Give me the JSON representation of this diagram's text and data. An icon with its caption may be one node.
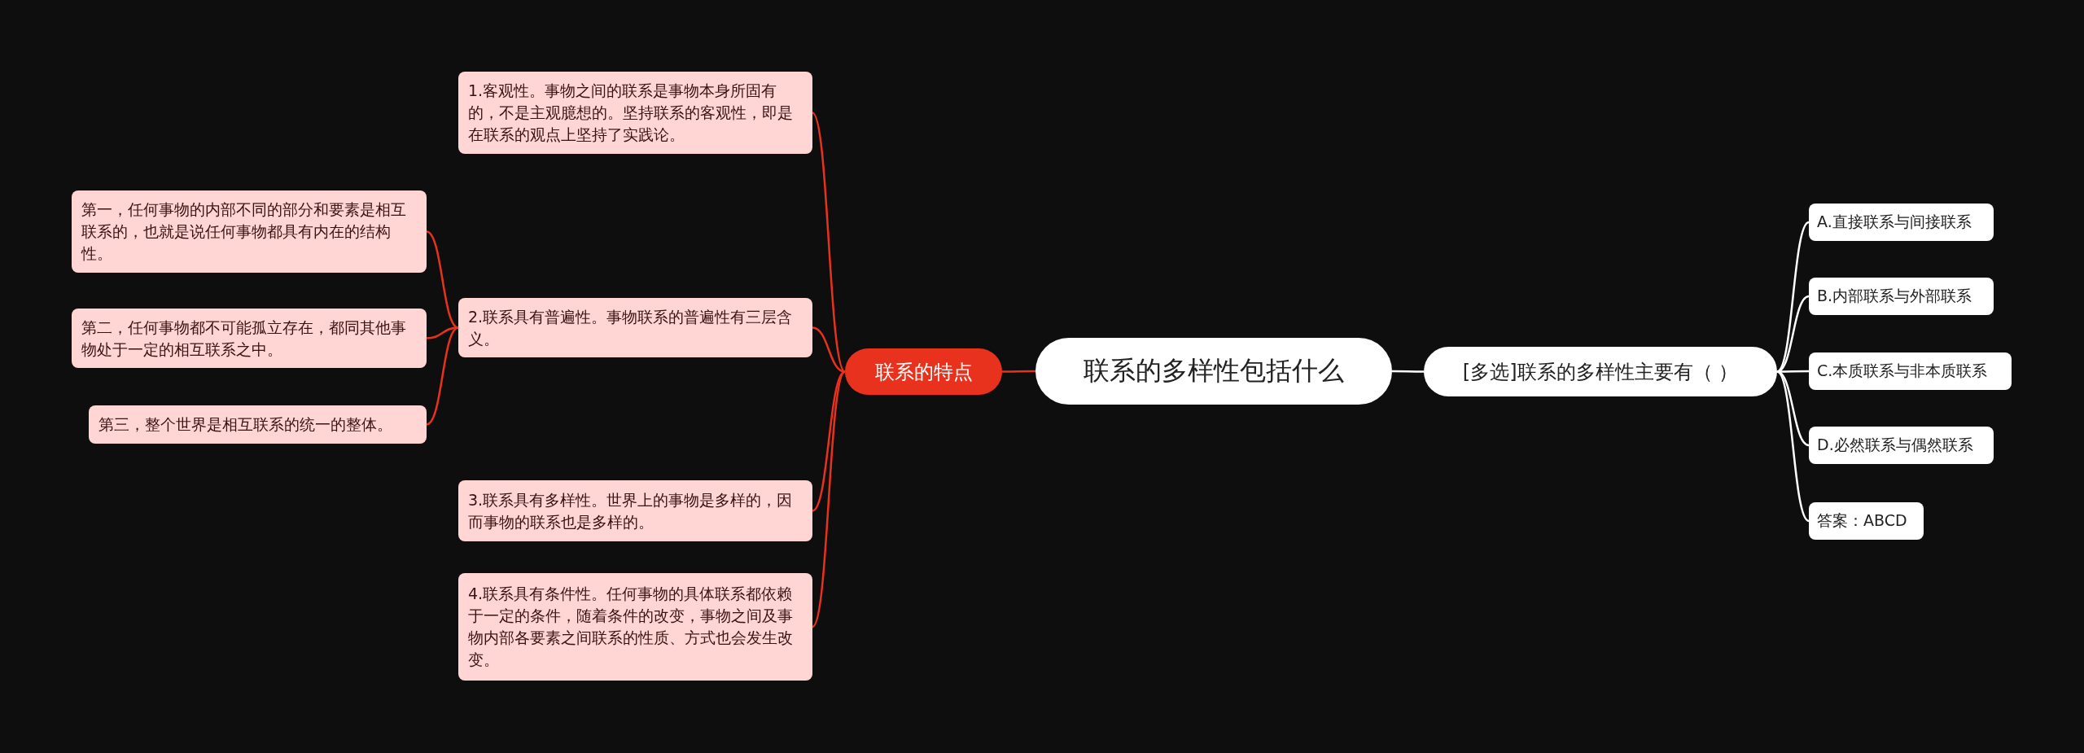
{
  "diagram": {
    "nodes": [
      {
        "text": [
          "联系的多样性包括什么"
        ]
      },
      {
        "text": [
          "联系的特点"
        ]
      },
      {
        "text": [
          "1.客观性。事物之间的联系是事物本身所固有的，不是主观臆想的。坚持联系的客观性，即是在联系的观点上坚持了实践论。"
        ]
      },
      {
        "text": [
          "2.联系具有普遍性。事物联系的普遍性有三层含义。"
        ]
      },
      {
        "text": [
          "3.联系具有多样性。世界上的事物是多样的，因而事物的联系也是多样的。"
        ]
      },
      {
        "text": [
          "4.联系具有条件性。任何事物的具体联系都依赖于一定的条件，随着条件的改变，事物之间及事物内部各要素之间联系的性质、方式也会发生改变。"
        ]
      },
      {
        "text": [
          "第一，任何事物的内部不同的部分和要素是相互联系的，也就是说任何事物都具有内在的结构性。"
        ]
      },
      {
        "text": [
          "第二，任何事物都不可能孤立存在，都同其他事物处于一定的相互联系之中。"
        ]
      },
      {
        "text": [
          "第三，整个世界是相互联系的统一的整体。"
        ]
      },
      {
        "text": [
          "[多选]联系的多样性主要有（ ）"
        ]
      },
      {
        "text": [
          "A.直接联系与间接联系"
        ]
      },
      {
        "text": [
          "B.内部联系与外部联系"
        ]
      },
      {
        "text": [
          "C.本质联系与非本质联系"
        ]
      },
      {
        "text": [
          "D.必然联系与偶然联系"
        ]
      },
      {
        "text": [
          "答案：ABCD"
        ]
      }
    ],
    "edges": [
      {
        "from": 0,
        "to": 1,
        "arrow": "none"
      },
      {
        "from": 1,
        "to": 2,
        "arrow": "none"
      },
      {
        "from": 1,
        "to": 3,
        "arrow": "none"
      },
      {
        "from": 1,
        "to": 4,
        "arrow": "none"
      },
      {
        "from": 1,
        "to": 5,
        "arrow": "none"
      },
      {
        "from": 3,
        "to": 6,
        "arrow": "none"
      },
      {
        "from": 3,
        "to": 7,
        "arrow": "none"
      },
      {
        "from": 3,
        "to": 8,
        "arrow": "none"
      },
      {
        "from": 0,
        "to": 9,
        "arrow": "none",
        "color": "#ffffff"
      },
      {
        "from": 9,
        "to": 10,
        "arrow": "none",
        "color": "#ffffff"
      },
      {
        "from": 9,
        "to": 11,
        "arrow": "none",
        "color": "#ffffff"
      },
      {
        "from": 9,
        "to": 12,
        "arrow": "none",
        "color": "#ffffff"
      },
      {
        "from": 9,
        "to": 13,
        "arrow": "none",
        "color": "#ffffff"
      },
      {
        "from": 9,
        "to": 14,
        "arrow": "none",
        "color": "#ffffff"
      }
    ]
  }
}
